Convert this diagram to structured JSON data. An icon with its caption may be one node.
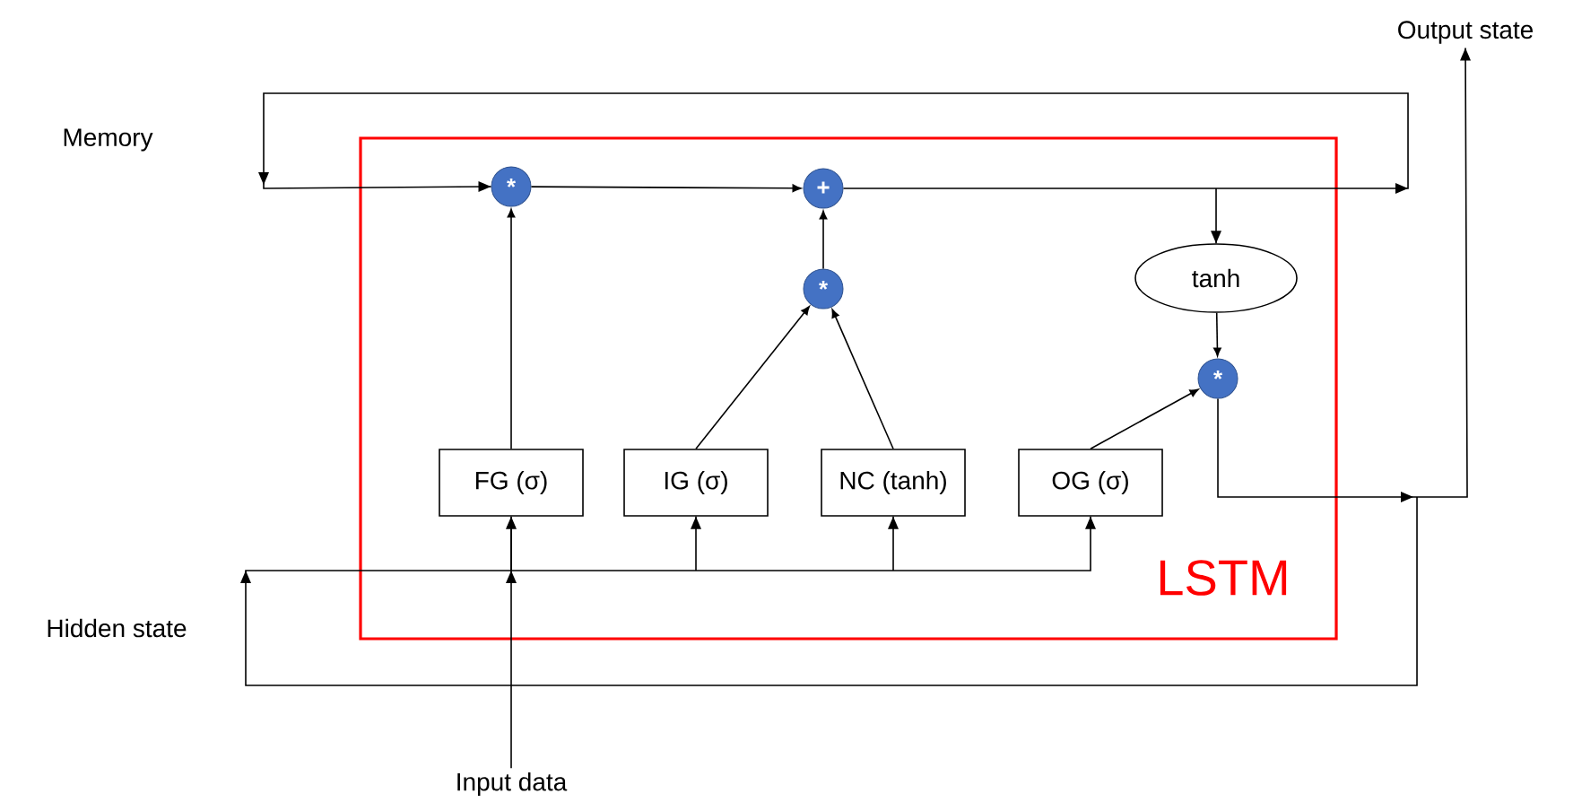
{
  "diagram": {
    "nodes": [
      {
        "text": [
          "LSTM"
        ]
      },
      {
        "text": [
          "*"
        ],
        "in": 0
      },
      {
        "text": [
          "+"
        ],
        "in": 0
      },
      {
        "text": [
          "*"
        ],
        "in": 0
      },
      {
        "text": [
          "tanh"
        ],
        "in": 0
      },
      {
        "text": [
          "*"
        ],
        "in": 0
      },
      {
        "text": [
          "FG (σ)"
        ],
        "in": 0
      },
      {
        "text": [
          "IG (σ)"
        ],
        "in": 0
      },
      {
        "text": [
          "NC (tanh)"
        ],
        "in": 0
      },
      {
        "text": [
          "OG (σ)"
        ],
        "in": 0
      },
      {
        "text": [
          "Output state"
        ]
      },
      {
        "text": [
          "Input data"
        ]
      }
    ],
    "edges": [
      {
        "from": 6,
        "to": 1,
        "arrow": "to"
      },
      {
        "from": 1,
        "to": 2,
        "arrow": "to"
      },
      {
        "from": 7,
        "to": 3,
        "arrow": "to"
      },
      {
        "from": 8,
        "to": 3,
        "arrow": "to"
      },
      {
        "from": 3,
        "to": 2,
        "arrow": "to"
      },
      {
        "from": 2,
        "to": 4,
        "arrow": "to"
      },
      {
        "from": 4,
        "to": 5,
        "arrow": "to"
      },
      {
        "from": 9,
        "to": 5,
        "arrow": "to"
      },
      {
        "from": 2,
        "to": 1,
        "arrow": "to"
      },
      {
        "from": 5,
        "to": 10,
        "arrow": "to"
      },
      {
        "from": 5,
        "to": 6,
        "arrow": "to"
      },
      {
        "from": 5,
        "to": 7,
        "arrow": "to"
      },
      {
        "from": 5,
        "to": 8,
        "arrow": "to"
      },
      {
        "from": 5,
        "to": 9,
        "arrow": "to"
      },
      {
        "from": 11,
        "to": 6,
        "arrow": "to"
      }
    ],
    "labels": [
      "Memory",
      "Hidden state"
    ]
  }
}
